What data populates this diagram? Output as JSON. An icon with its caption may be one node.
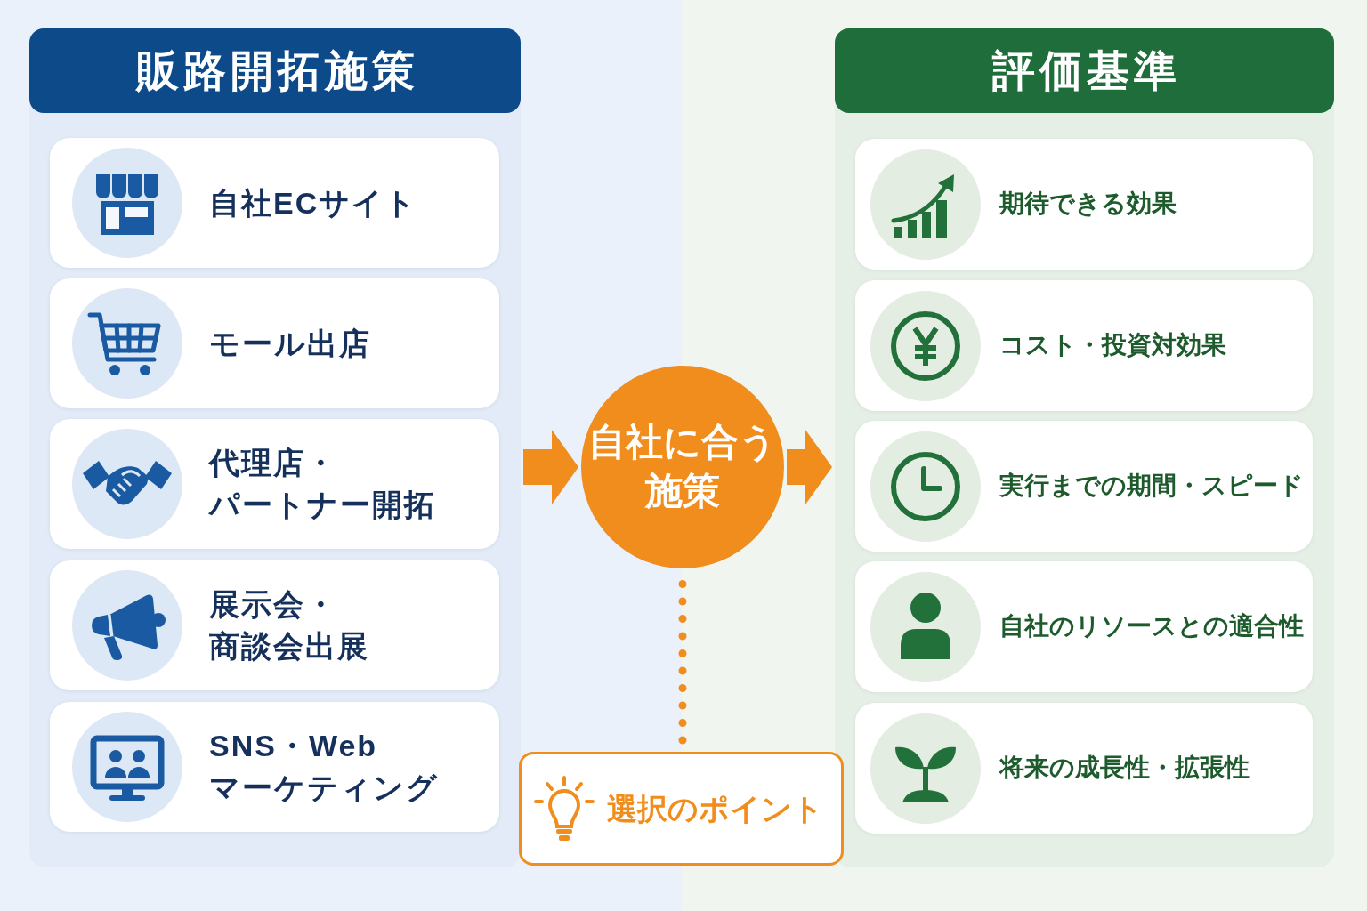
{
  "diagram": {
    "nodes": [
      {
        "text": [
          "販路開拓施策"
        ]
      },
      {
        "text": [
          "自社ECサイト"
        ],
        "in": 0
      },
      {
        "text": [
          "モール出店"
        ],
        "in": 0
      },
      {
        "text": [
          "代理店・パートナー開拓"
        ],
        "in": 0
      },
      {
        "text": [
          "展示会・商談会出展"
        ],
        "in": 0
      },
      {
        "text": [
          "SNS・Webマーケティング"
        ],
        "in": 0
      },
      {
        "text": [
          "自社に合う施策"
        ]
      },
      {
        "text": [
          "評価基準"
        ]
      },
      {
        "text": [
          "期待できる効果"
        ],
        "in": 7
      },
      {
        "text": [
          "コスト・投資対効果"
        ],
        "in": 7
      },
      {
        "text": [
          "実行までの期間・スピード"
        ],
        "in": 7
      },
      {
        "text": [
          "自社のリソースとの適合性"
        ],
        "in": 7
      },
      {
        "text": [
          "将来の成長性・拡張性"
        ],
        "in": 7
      },
      {
        "text": [
          "選択のポイント"
        ]
      }
    ],
    "edges": [
      {
        "from": 0,
        "to": 6,
        "arrow": "to"
      },
      {
        "from": 6,
        "to": 7,
        "arrow": "to"
      },
      {
        "from": 6,
        "to": 13,
        "arrow": "none",
        "style": "dashed"
      }
    ]
  }
}
